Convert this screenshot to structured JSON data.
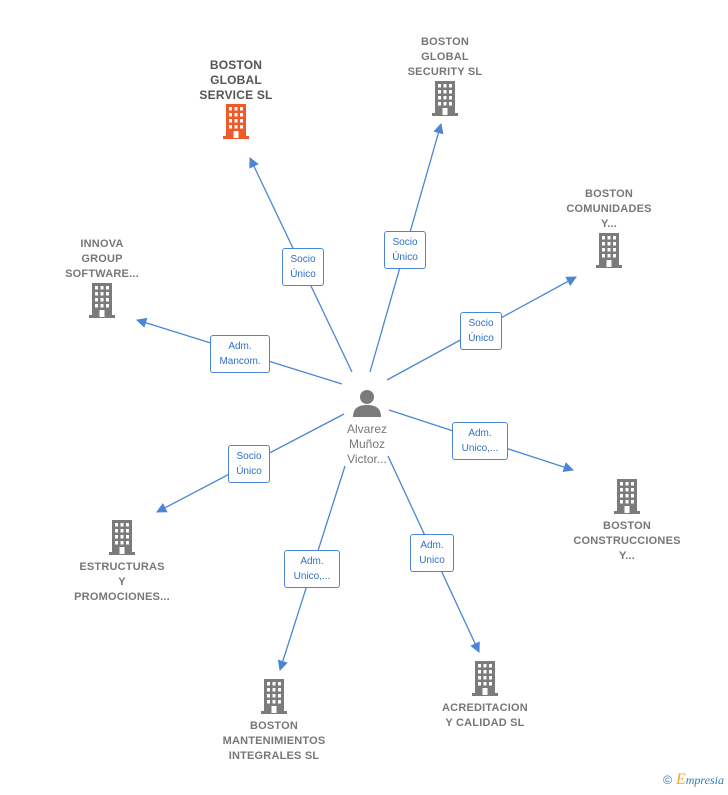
{
  "colors": {
    "edge": "#4a86d4",
    "building": "#7b7b7b",
    "building_highlight": "#f05a28",
    "label_text": "#2f6fc2"
  },
  "icons": {
    "company": "building-icon",
    "person": "person-icon"
  },
  "center": {
    "label": "Alvarez\nMuñoz\nVictor..."
  },
  "nodes": [
    {
      "id": "boston-global-service",
      "label": "BOSTON\nGLOBAL\nSERVICE  SL",
      "highlight": true
    },
    {
      "id": "boston-global-security",
      "label": "BOSTON\nGLOBAL\nSECURITY  SL"
    },
    {
      "id": "boston-comunidades",
      "label": "BOSTON\nCOMUNIDADES\nY..."
    },
    {
      "id": "innova-group",
      "label": "INNOVA\nGROUP\nSOFTWARE..."
    },
    {
      "id": "boston-construcciones",
      "label": "BOSTON\nCONSTRUCCIONES\nY..."
    },
    {
      "id": "estructuras",
      "label": "ESTRUCTURAS\nY\nPROMOCIONES..."
    },
    {
      "id": "acreditacion",
      "label": "ACREDITACION\nY CALIDAD SL"
    },
    {
      "id": "boston-mantenimientos",
      "label": "BOSTON\nMANTENIMIENTOS\nINTEGRALES SL"
    }
  ],
  "edges": [
    {
      "to": "boston-global-service",
      "label": "Socio\nÚnico"
    },
    {
      "to": "boston-global-security",
      "label": "Socio\nÚnico"
    },
    {
      "to": "boston-comunidades",
      "label": "Socio\nÚnico"
    },
    {
      "to": "innova-group",
      "label": "Adm.\nMancom."
    },
    {
      "to": "boston-construcciones",
      "label": "Adm.\nUnico,..."
    },
    {
      "to": "estructuras",
      "label": "Socio\nÚnico"
    },
    {
      "to": "acreditacion",
      "label": "Adm.\nUnico"
    },
    {
      "to": "boston-mantenimientos",
      "label": "Adm.\nUnico,..."
    }
  ],
  "footer": {
    "copyright": "©",
    "brand_initial": "E",
    "brand_rest": "mpresia"
  }
}
